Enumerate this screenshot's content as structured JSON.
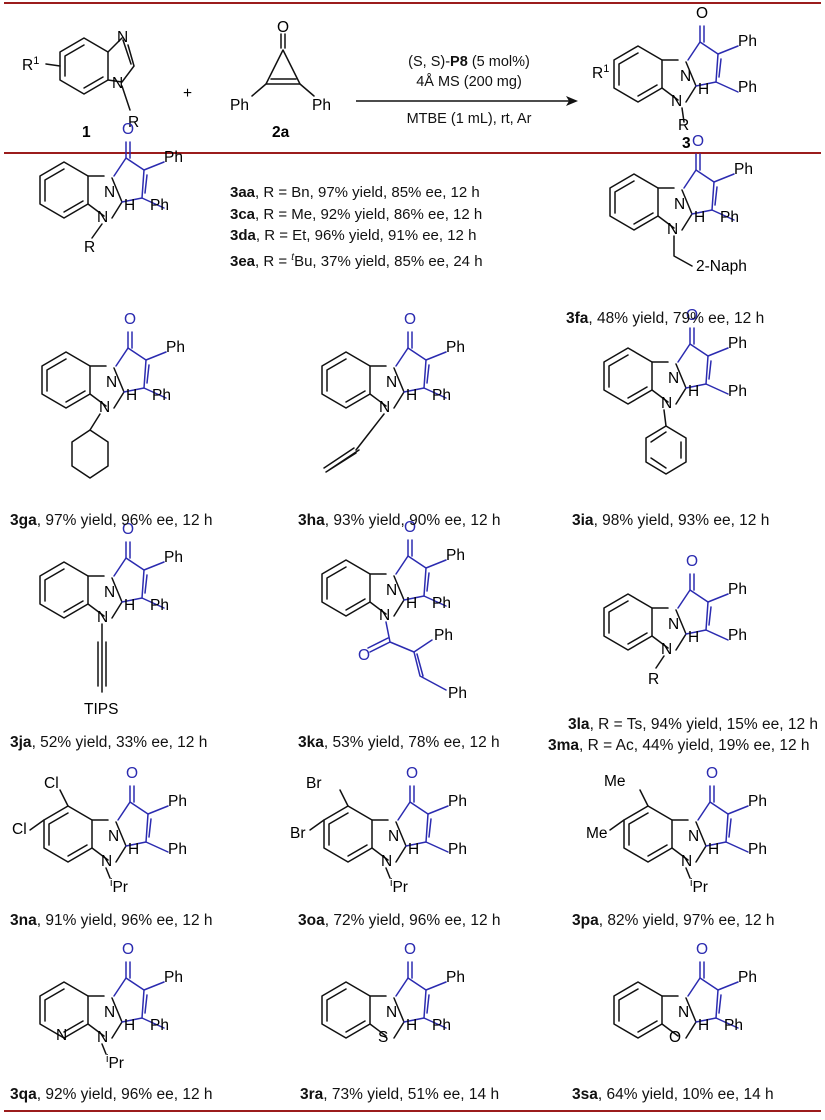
{
  "reaction": {
    "reagent1_label": "1",
    "reagent1_subst": "R",
    "reagent1_r1": "R",
    "reagent1_r1_sup": "1",
    "reagent2_label": "2a",
    "plus": "+",
    "conditions_line1_pre": "(S, S)-",
    "conditions_line1_cat": "P8",
    "conditions_line1_post": " (5 mol%)",
    "conditions_line2": "4Å MS (200 mg)",
    "conditions_line3": "MTBE (1 mL), rt, Ar",
    "product_label": "3"
  },
  "atoms": {
    "N": "N",
    "O": "O",
    "H": "H",
    "S": "S",
    "R": "R",
    "Ph": "Ph",
    "Cl": "Cl",
    "Br": "Br",
    "Me": "Me",
    "iPr_sup": "i",
    "iPr": "Pr",
    "TIPS": "TIPS",
    "naph": "2-Naph"
  },
  "series_aa": [
    {
      "id": "3aa",
      "text": ", R = Bn, 97% yield, 85% ee, 12 h"
    },
    {
      "id": "3ca",
      "text": ", R = Me, 92% yield, 86% ee, 12 h"
    },
    {
      "id": "3da",
      "text": ", R = Et, 96% yield, 91% ee, 12 h"
    },
    {
      "id": "3ea",
      "text_pre": ", R = ",
      "sup": "t",
      "text": "Bu, 37% yield, 85% ee, 24 h"
    }
  ],
  "captions": {
    "fa": {
      "id": "3fa",
      "text": ", 48% yield, 79% ee, 12 h"
    },
    "ga": {
      "id": "3ga",
      "text": ", 97% yield, 96% ee, 12 h"
    },
    "ha": {
      "id": "3ha",
      "text": ", 93% yield, 90% ee, 12 h"
    },
    "ia": {
      "id": "3ia",
      "text": ", 98% yield, 93% ee, 12 h"
    },
    "ja": {
      "id": "3ja",
      "text": ", 52% yield, 33% ee, 12 h"
    },
    "ka": {
      "id": "3ka",
      "text": ", 53% yield, 78% ee, 12 h"
    },
    "la": {
      "id": "3la",
      "text": ", R = Ts, 94% yield, 15% ee, 12 h"
    },
    "ma": {
      "id": "3ma",
      "text": ", R = Ac, 44% yield, 19% ee, 12 h"
    },
    "na": {
      "id": "3na",
      "text": ", 91% yield, 96% ee, 12 h"
    },
    "oa": {
      "id": "3oa",
      "text": ", 72% yield, 96% ee, 12 h"
    },
    "pa": {
      "id": "3pa",
      "text": ", 82% yield, 97% ee, 12 h"
    },
    "qa": {
      "id": "3qa",
      "text": ", 92% yield, 96% ee, 12 h"
    },
    "ra": {
      "id": "3ra",
      "text": ", 73% yield, 51% ee, 14 h"
    },
    "sa": {
      "id": "3sa",
      "text": ", 64% yield, 10% ee, 14 h"
    }
  },
  "colors": {
    "accent_blue": "#2b2bb0",
    "rule_red": "#9b1c1c"
  }
}
